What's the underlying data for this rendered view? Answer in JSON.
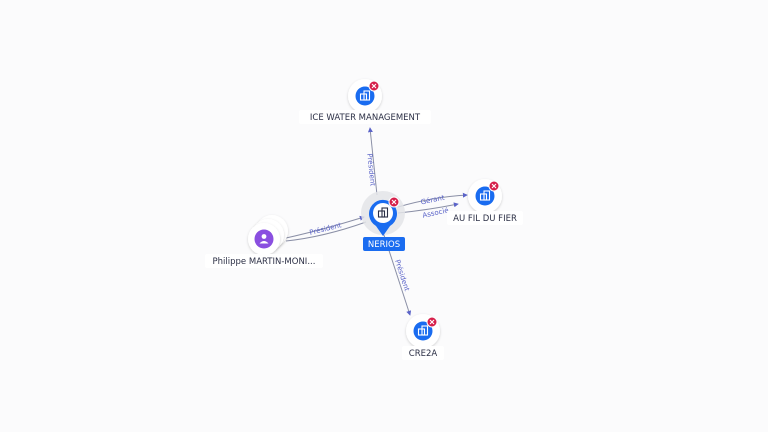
{
  "graph": {
    "center": {
      "label": "NERIOS",
      "icon": "building-icon",
      "color": "#1a6cf0",
      "status": "closed-badge"
    },
    "nodes": [
      {
        "id": "ice",
        "label": "ICE WATER MANAGEMENT",
        "type": "company",
        "icon": "building-icon",
        "status": "closed-badge"
      },
      {
        "id": "fier",
        "label": "AU FIL DU FIER",
        "type": "company",
        "icon": "building-icon",
        "status": "closed-badge"
      },
      {
        "id": "cre2a",
        "label": "CRE2A",
        "type": "company",
        "icon": "building-icon",
        "status": "closed-badge"
      },
      {
        "id": "philippe",
        "label": "Philippe MARTIN-MONI...",
        "type": "person",
        "icon": "person-icon"
      }
    ],
    "edges": [
      {
        "from": "center",
        "to": "ice",
        "label": "Président"
      },
      {
        "from": "center",
        "to": "fier",
        "label": "Gérant"
      },
      {
        "from": "center",
        "to": "fier",
        "label": "Associé"
      },
      {
        "from": "center",
        "to": "cre2a",
        "label": "Président"
      },
      {
        "from": "philippe",
        "to": "center",
        "label": "Président"
      }
    ],
    "colors": {
      "company": "#1a6cf0",
      "person": "#8a4fe0",
      "closed_badge": "#d6204b",
      "edge": "#8a8fa6",
      "edge_label": "#5a63c8"
    }
  }
}
